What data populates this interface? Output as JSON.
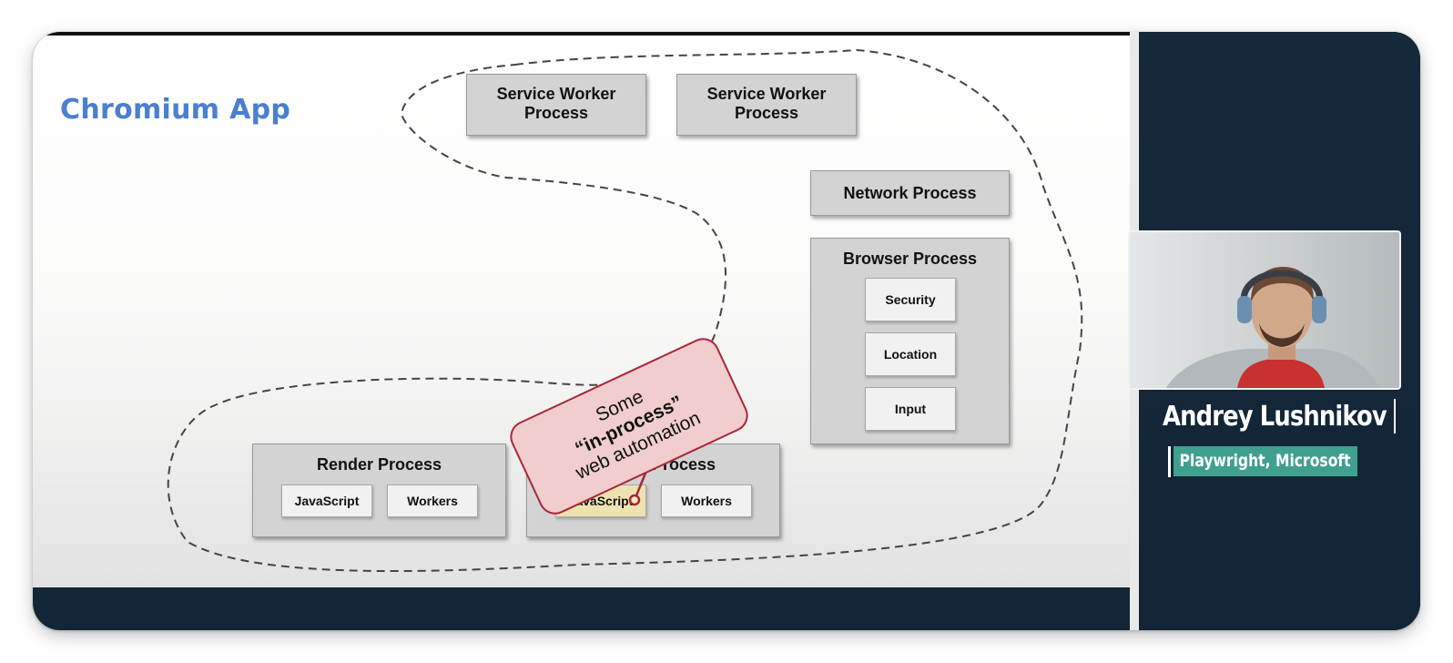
{
  "slide": {
    "title": "Chromium App",
    "boxes": {
      "service_worker_1": [
        "Service Worker",
        "Process"
      ],
      "service_worker_2": [
        "Service Worker",
        "Process"
      ],
      "network": "Network Process",
      "browser": {
        "title": "Browser Process",
        "items": [
          "Security",
          "Location",
          "Input"
        ]
      },
      "render_1": {
        "title": "Render Process",
        "items": [
          "JavaScript",
          "Workers"
        ]
      },
      "render_2": {
        "title": "Render Process",
        "items": [
          "JavaScript",
          "Workers"
        ]
      }
    },
    "callout": {
      "line1": "Some",
      "line2": "“in-process”",
      "line3": "web automation"
    }
  },
  "speaker": {
    "name": "Andrey Lushnikov",
    "affiliation": "Playwright, Microsoft"
  },
  "colors": {
    "title_blue": "#4a7fd1",
    "panel_navy": "#132638",
    "affiliation_teal": "#3fa08f",
    "callout_fill": "#f1cdcd",
    "callout_border": "#a8263a",
    "highlight_yellow": "#eee3b0"
  }
}
